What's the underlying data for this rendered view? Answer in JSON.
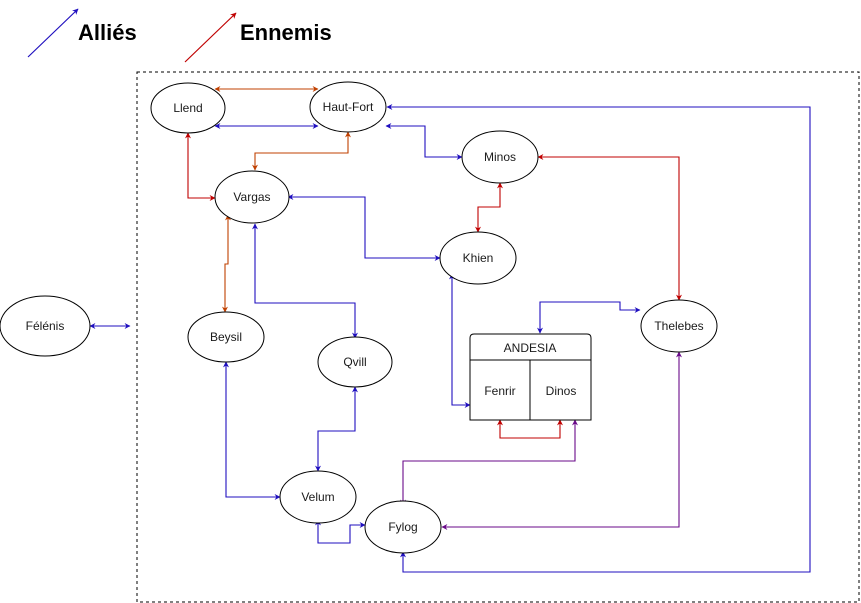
{
  "legend": {
    "allies": {
      "label": "Alliés",
      "color": "#1f0fbf"
    },
    "enemies": {
      "label": "Ennemis",
      "color": "#c00000"
    }
  },
  "colors": {
    "ally": "#1f0fbf",
    "enemy": "#c00000",
    "enemy_orange": "#c04000",
    "mixed": "#6a0a8a"
  },
  "nodes": {
    "llend": "Llend",
    "hautfort": "Haut-Fort",
    "minos": "Minos",
    "vargas": "Vargas",
    "khien": "Khien",
    "felenis": "Félénis",
    "beysil": "Beysil",
    "qvill": "Qvill",
    "thelebes": "Thelebes",
    "velum": "Velum",
    "fylog": "Fylog"
  },
  "andesia": {
    "title": "ANDESIA",
    "fenrir": "Fenrir",
    "dinos": "Dinos"
  }
}
